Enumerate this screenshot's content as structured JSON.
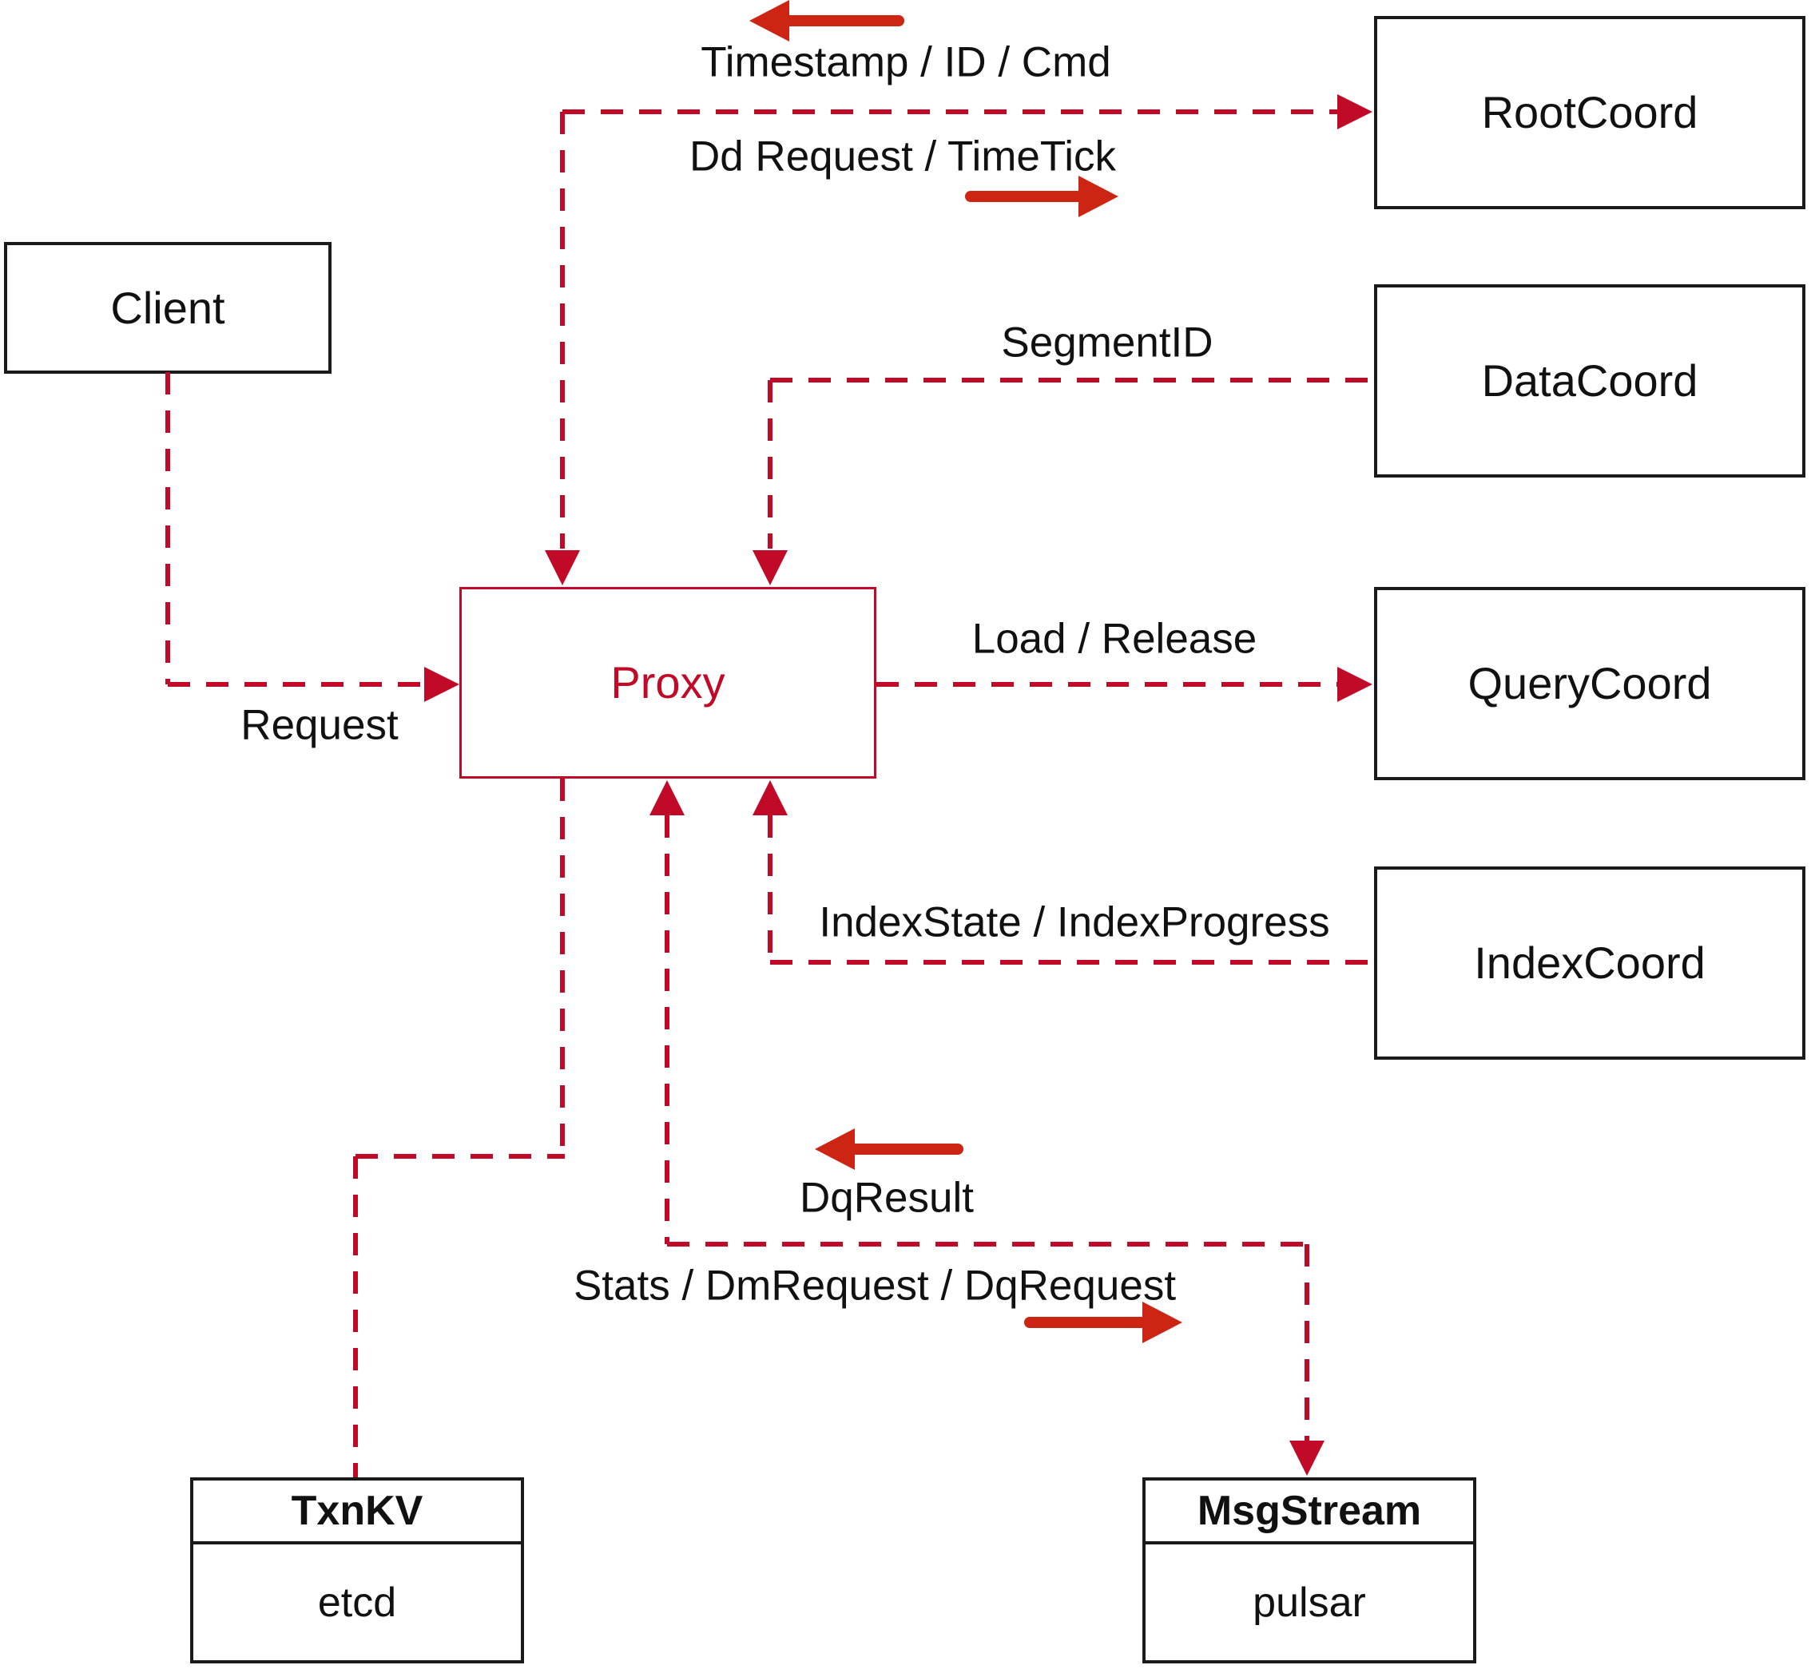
{
  "nodes": {
    "client": {
      "label": "Client"
    },
    "root_coord": {
      "label": "RootCoord"
    },
    "data_coord": {
      "label": "DataCoord"
    },
    "query_coord": {
      "label": "QueryCoord"
    },
    "index_coord": {
      "label": "IndexCoord"
    },
    "proxy": {
      "label": "Proxy"
    },
    "txn_kv": {
      "label": "TxnKV",
      "sublabel": "etcd"
    },
    "msg_stream": {
      "label": "MsgStream",
      "sublabel": "pulsar"
    }
  },
  "edges": {
    "client_to_proxy": {
      "label": "Request"
    },
    "proxy_from_rootcoord": {
      "label": "Timestamp / ID / Cmd"
    },
    "proxy_to_rootcoord": {
      "label": "Dd Request / TimeTick"
    },
    "datacoord_to_proxy": {
      "label": "SegmentID"
    },
    "proxy_to_querycoord": {
      "label": "Load / Release"
    },
    "indexcoord_to_proxy": {
      "label": "IndexState / IndexProgress"
    },
    "msgstream_to_proxy": {
      "label": "DqResult"
    },
    "proxy_to_msgstream": {
      "label": "Stats / DmRequest / DqRequest"
    }
  },
  "colors": {
    "line_red": "#c00a28",
    "arrow_red": "#cc2513",
    "proxy_red": "#c00a28",
    "box_border": "#1a1a1a",
    "text": "#111111",
    "bg": "#ffffff"
  }
}
